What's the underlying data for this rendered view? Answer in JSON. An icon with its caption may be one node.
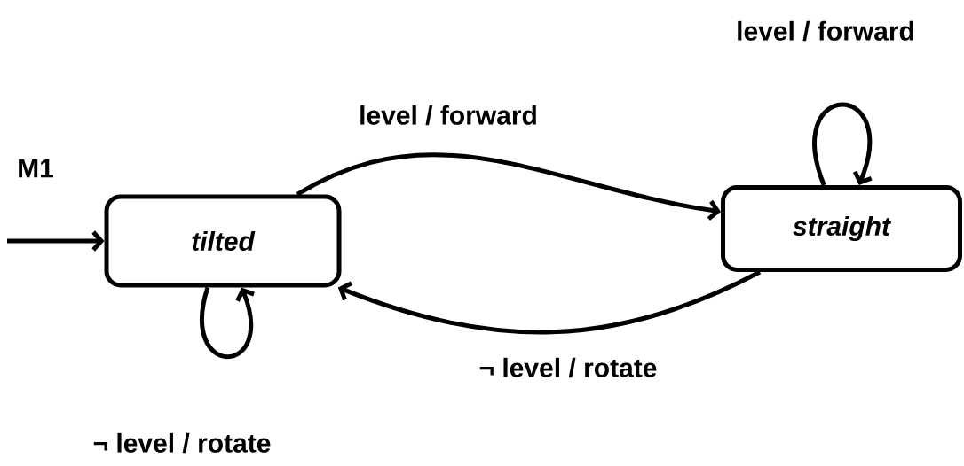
{
  "diagram": {
    "nodes": [
      {
        "text": [
          "tilted"
        ]
      },
      {
        "text": [
          "straight"
        ]
      }
    ],
    "edges": [
      {
        "from": null,
        "to": 0,
        "arrow": "to"
      },
      {
        "from": 0,
        "to": 1,
        "arrow": "to",
        "label": "level / forward"
      },
      {
        "from": 1,
        "to": 0,
        "arrow": "to",
        "label": "¬ level / rotate"
      },
      {
        "from": 1,
        "to": 1,
        "arrow": "to",
        "label": "level / forward"
      },
      {
        "from": 0,
        "to": 0,
        "arrow": "to",
        "label": "¬ level / rotate"
      }
    ],
    "labels": [
      "M1"
    ]
  }
}
